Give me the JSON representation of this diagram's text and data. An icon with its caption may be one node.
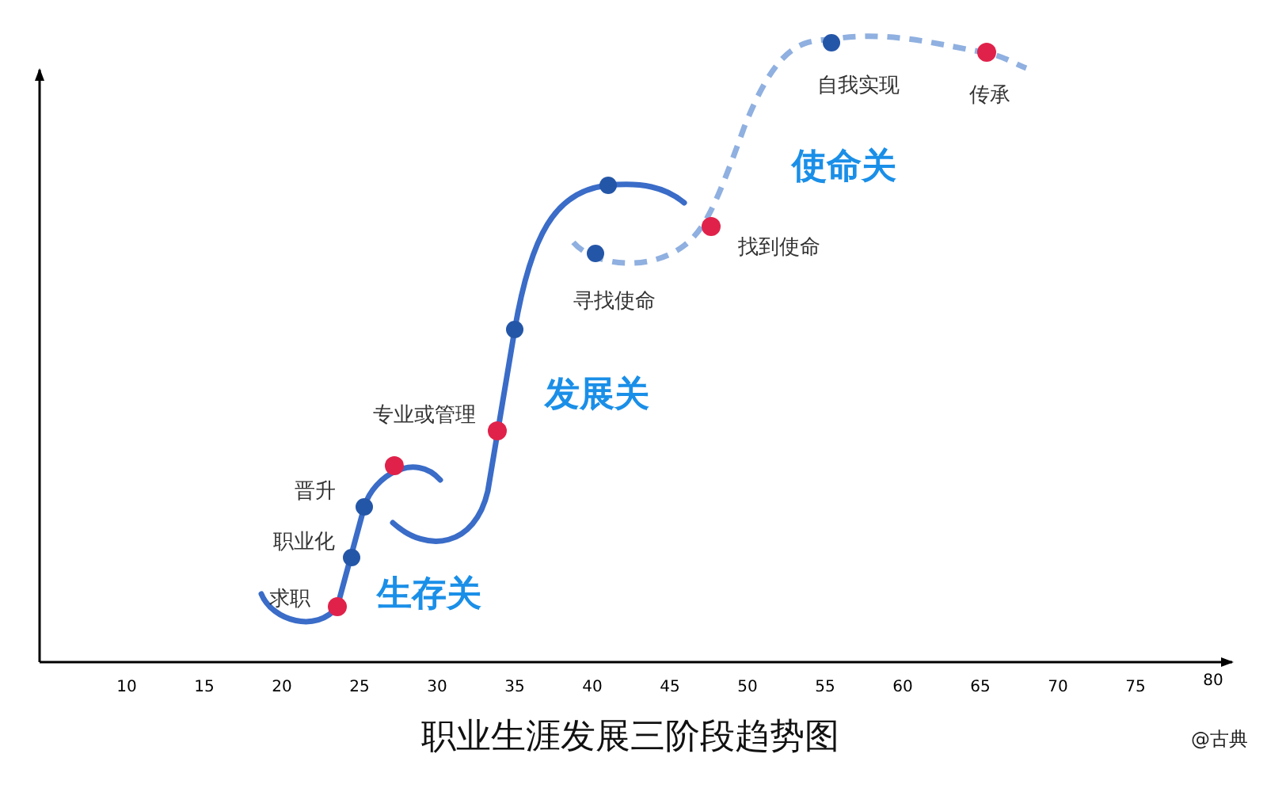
{
  "diagram": {
    "title": "职业生涯发展三阶段趋势图",
    "labels": [
      "自我实现",
      "传承",
      "使命关",
      "找到使命",
      "寻找使命",
      "发展关",
      "专业或管理",
      "晋升",
      "职业化",
      "求职",
      "生存关",
      "10",
      "15",
      "20",
      "25",
      "30",
      "35",
      "40",
      "45",
      "50",
      "55",
      "60",
      "65",
      "70",
      "75",
      "80",
      "@古典"
    ]
  }
}
